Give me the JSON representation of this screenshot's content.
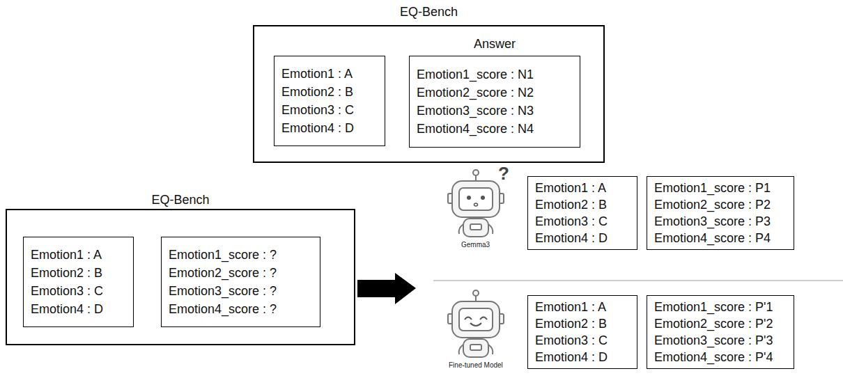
{
  "diagram": {
    "nodes": [
      {
        "text": [
          "EQ-Bench"
        ]
      },
      {
        "text": [
          "Emotion1 : A",
          "Emotion2 : B",
          "Emotion3 : C",
          "Emotion4 : D"
        ],
        "in": 0
      },
      {
        "text": [
          "Answer",
          "Emotion1_score : N1",
          "Emotion2_score : N2",
          "Emotion3_score : N3",
          "Emotion4_score : N4"
        ],
        "in": 0
      },
      {
        "text": [
          "EQ-Bench"
        ]
      },
      {
        "text": [
          "Emotion1 : A",
          "Emotion2 : B",
          "Emotion3 : C",
          "Emotion4 : D"
        ],
        "in": 3
      },
      {
        "text": [
          "Emotion1_score : ?",
          "Emotion2_score : ?",
          "Emotion3_score : ?",
          "Emotion4_score : ?"
        ],
        "in": 3
      },
      {
        "text": [
          "Emotion1 : A",
          "Emotion2 : B",
          "Emotion3 : C",
          "Emotion4 : D"
        ]
      },
      {
        "text": [
          "Emotion1_score : P1",
          "Emotion2_score : P2",
          "Emotion3_score : P3",
          "Emotion4_score : P4"
        ]
      },
      {
        "text": [
          "Emotion1 : A",
          "Emotion2 : B",
          "Emotion3 : C",
          "Emotion4 : D"
        ]
      },
      {
        "text": [
          "Emotion1_score : P'1",
          "Emotion2_score : P'2",
          "Emotion3_score : P'3",
          "Emotion4_score : P'4"
        ]
      }
    ],
    "labels": [
      "?",
      "Gemma3",
      "Fine-tuned Model"
    ]
  }
}
